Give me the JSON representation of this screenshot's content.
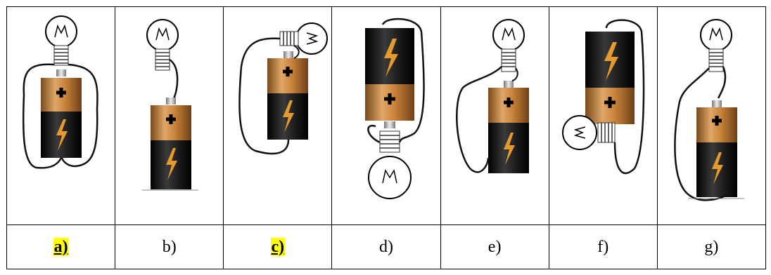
{
  "labels": [
    "a)",
    "b)",
    "c)",
    "d)",
    "e)",
    "f)",
    "g)"
  ],
  "highlighted": [
    true,
    false,
    true,
    false,
    false,
    false,
    false
  ],
  "colors": {
    "highlight": "#ffff00",
    "battery_copper": "#c9823b",
    "battery_black": "#111111",
    "bolt": "#e69a2e"
  }
}
